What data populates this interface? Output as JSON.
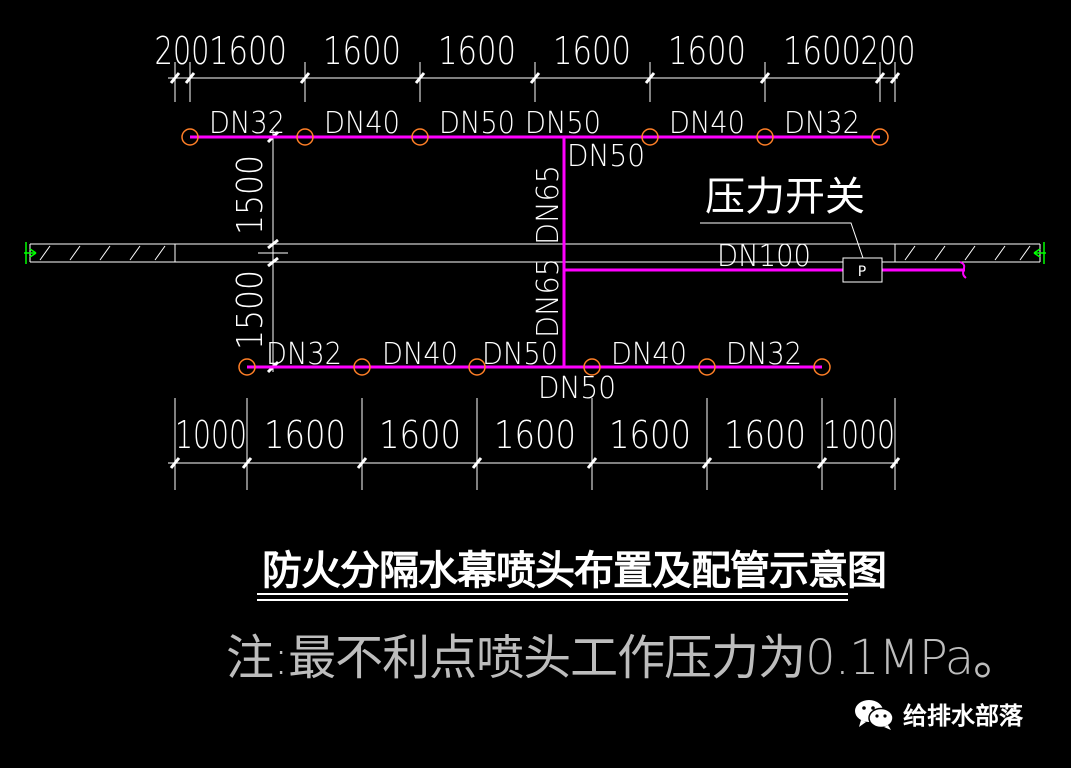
{
  "top_dims": [
    "200",
    "1600",
    "1600",
    "1600",
    "1600",
    "1600",
    "1600",
    "200"
  ],
  "bottom_dims": [
    "1000",
    "1600",
    "1600",
    "1600",
    "1600",
    "1600",
    "1000"
  ],
  "vert_dims": [
    "1500",
    "1500"
  ],
  "top_pipe_labels": [
    "DN32",
    "DN40",
    "DN50",
    "DN50",
    "DN40",
    "DN32"
  ],
  "bottom_pipe_labels": [
    "DN32",
    "DN40",
    "DN50",
    "DN40",
    "DN32"
  ],
  "riser_labels": [
    "DN65",
    "DN65"
  ],
  "dn50_upper": "DN50",
  "dn50_lower": "DN50",
  "main_pipe_label": "DN100",
  "pressure_switch_label": "压力开关",
  "pressure_switch_symbol": "P",
  "title": "防火分隔水幕喷头布置及配管示意图",
  "note": "注:最不利点喷头工作压力为0.1MPa。",
  "watermark": "给排水部落",
  "colors": {
    "pipe": "#ff00ff",
    "line": "#ffffff",
    "sprinkler": "#ff7f27",
    "dim_text": "#ffffff",
    "note": "#bdbdbd",
    "marker": "#00ff00"
  }
}
